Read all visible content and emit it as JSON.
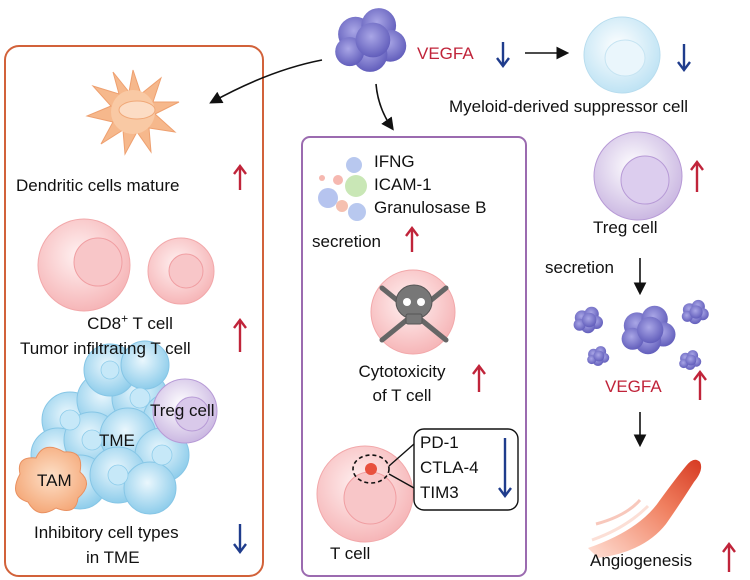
{
  "tumor": {
    "vegfa": "VEGFA"
  },
  "mdsc": {
    "label": "Myeloid-derived suppressor cell"
  },
  "left_panel": {
    "dendritic": "Dendritic cells mature",
    "cd8_line1": "CD8",
    "cd8_sup": "+",
    "cd8_line1_rest": " T cell",
    "cd8_line2": "Tumor infiltrating T cell",
    "treg": "Treg cell",
    "tme": "TME",
    "tam": "TAM",
    "inhibitory_line1": "Inhibitory cell types",
    "inhibitory_line2": "in TME"
  },
  "middle_panel": {
    "cytokines": [
      "IFNG",
      "ICAM-1",
      "Granulosase B"
    ],
    "secretion": "secretion",
    "cytotox_line1": "Cytotoxicity",
    "cytotox_line2": "of T cell",
    "checkpoints": [
      "PD-1",
      "CTLA-4",
      "TIM3"
    ],
    "tcell": "T cell"
  },
  "right_column": {
    "treg": "Treg cell",
    "secretion": "secretion",
    "vegfa": "VEGFA",
    "angiogenesis": "Angiogenesis"
  },
  "colors": {
    "up_arrow": "#c0243a",
    "down_arrow": "#1f3c8c",
    "left_box": "#d2623a",
    "middle_box": "#9b6bb0"
  }
}
